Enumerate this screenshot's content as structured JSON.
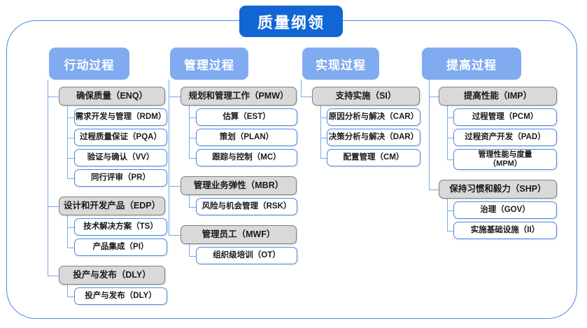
{
  "diagram": {
    "root": {
      "label": "质量纲领",
      "color": "#1266d4"
    },
    "frame_color": "#4a86e8",
    "header_color": "#80abf0",
    "parent_fill": "#d9d9d9",
    "parent_border": "#808080",
    "child_fill": "#ffffff",
    "child_border": "#4a86e8",
    "connector_color": "#7aa8ee",
    "columns": [
      {
        "header": "行动过程",
        "groups": [
          {
            "parent": "确保质量（ENQ）",
            "children": [
              "需求开发与管理（RDM）",
              "过程质量保证（PQA）",
              "验证与确认（VV）",
              "同行评审（PR）"
            ]
          },
          {
            "parent": "设计和开发产品（EDP）",
            "children": [
              "技术解决方案（TS）",
              "产品集成（PI）"
            ]
          },
          {
            "parent": "投产与发布（DLY）",
            "children": [
              "投产与发布（DLY）"
            ]
          }
        ]
      },
      {
        "header": "管理过程",
        "groups": [
          {
            "parent": "规划和管理工作（PMW）",
            "children": [
              "估算（EST）",
              "策划（PLAN）",
              "跟踪与控制（MC）"
            ]
          },
          {
            "parent": "管理业务弹性（MBR）",
            "children": [
              "风险与机会管理（RSK）"
            ]
          },
          {
            "parent": "管理员工（MWF）",
            "children": [
              "组织级培训（OT）"
            ]
          }
        ]
      },
      {
        "header": "实现过程",
        "groups": [
          {
            "parent": "支持实施（SI）",
            "children": [
              "原因分析与解决（CAR）",
              "决策分析与解决（DAR）",
              "配置管理（CM）"
            ]
          }
        ]
      },
      {
        "header": "提高过程",
        "groups": [
          {
            "parent": "提高性能（IMP）",
            "children": [
              "过程管理（PCM）",
              "过程资产开发（PAD）",
              "管理性能与度量\n（MPM）"
            ]
          },
          {
            "parent": "保持习惯和毅力（SHP）",
            "children": [
              "治理（GOV）",
              "实施基础设施（II）"
            ]
          }
        ]
      }
    ]
  }
}
